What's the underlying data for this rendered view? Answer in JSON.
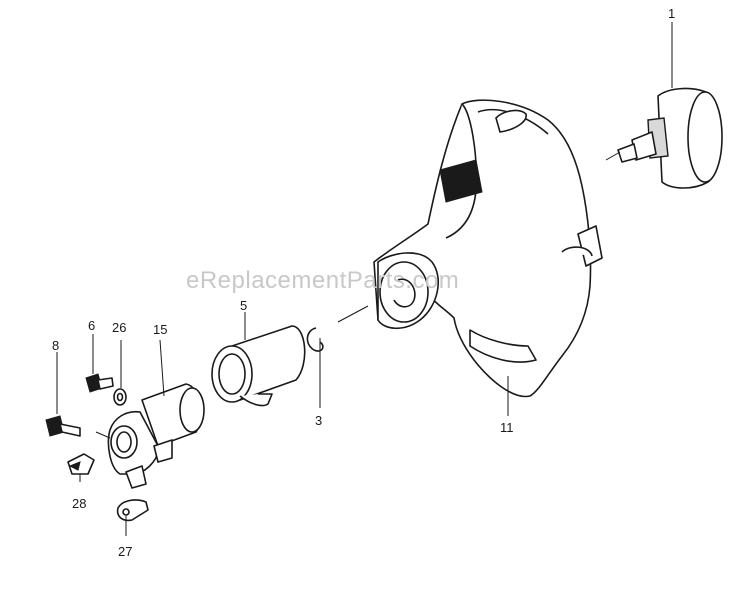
{
  "watermark": "eReplacementParts.com",
  "callouts": [
    {
      "id": "part-1",
      "label": "1"
    },
    {
      "id": "part-3",
      "label": "3"
    },
    {
      "id": "part-5",
      "label": "5"
    },
    {
      "id": "part-6",
      "label": "6"
    },
    {
      "id": "part-8",
      "label": "8"
    },
    {
      "id": "part-11",
      "label": "11"
    },
    {
      "id": "part-15",
      "label": "15"
    },
    {
      "id": "part-26",
      "label": "26"
    },
    {
      "id": "part-27",
      "label": "27"
    },
    {
      "id": "part-28",
      "label": "28"
    }
  ]
}
